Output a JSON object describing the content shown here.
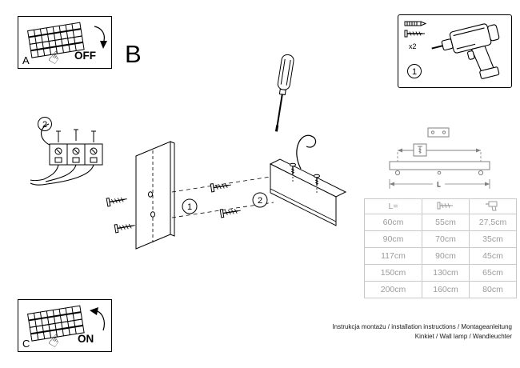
{
  "labels": {
    "panel_a": "A",
    "panel_c": "C",
    "off": "OFF",
    "on": "ON",
    "section_b": "B",
    "step_1": "1",
    "step_2": "2",
    "qty_x2": "x2",
    "dim_l": "L"
  },
  "icons": {
    "hand": "☞"
  },
  "table": {
    "header_l": "L=",
    "rows": [
      [
        "60cm",
        "55cm",
        "27,5cm"
      ],
      [
        "90cm",
        "70cm",
        "35cm"
      ],
      [
        "117cm",
        "90cm",
        "45cm"
      ],
      [
        "150cm",
        "130cm",
        "65cm"
      ],
      [
        "200cm",
        "160cm",
        "80cm"
      ]
    ]
  },
  "footer": {
    "line1": "Instrukcja montażu / installation instructions / Montageanleitung",
    "line2": "Kinkiet / Wall lamp / Wandleuchter"
  }
}
